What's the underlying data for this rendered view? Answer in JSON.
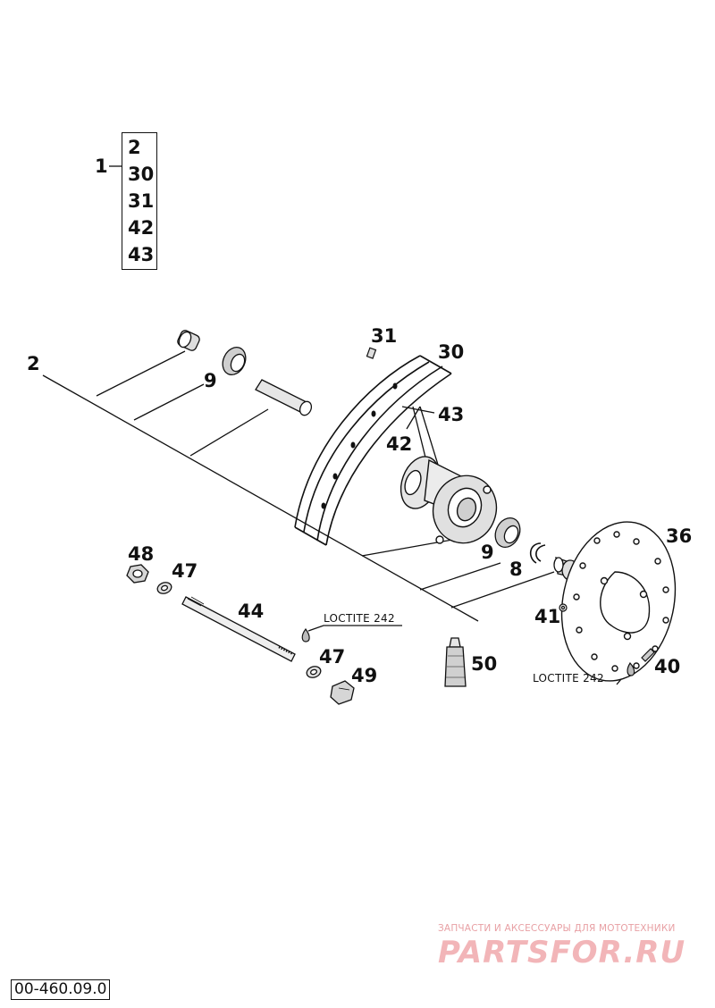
{
  "kit": {
    "label": "1",
    "items": [
      "2",
      "30",
      "31",
      "42",
      "43"
    ]
  },
  "callouts": {
    "p2": "2",
    "p9a": "9",
    "p31": "31",
    "p30": "30",
    "p43": "43",
    "p42": "42",
    "p9b": "9",
    "p8": "8",
    "p36": "36",
    "p41": "41",
    "p40": "40",
    "p48": "48",
    "p47a": "47",
    "p44": "44",
    "p47b": "47",
    "p49": "49",
    "p50": "50"
  },
  "notes": {
    "loctite_left": "LOCTITE 242",
    "loctite_right": "LOCTITE 242"
  },
  "document_number": "00-460.09.0",
  "watermark": {
    "caption": "ЗАПЧАСТИ И АКСЕССУАРЫ ДЛЯ МОТОТЕХНИКИ",
    "logo": "PARTSFOR.RU"
  },
  "colors": {
    "ink": "#111111",
    "watermark": "#f2b5b8"
  }
}
